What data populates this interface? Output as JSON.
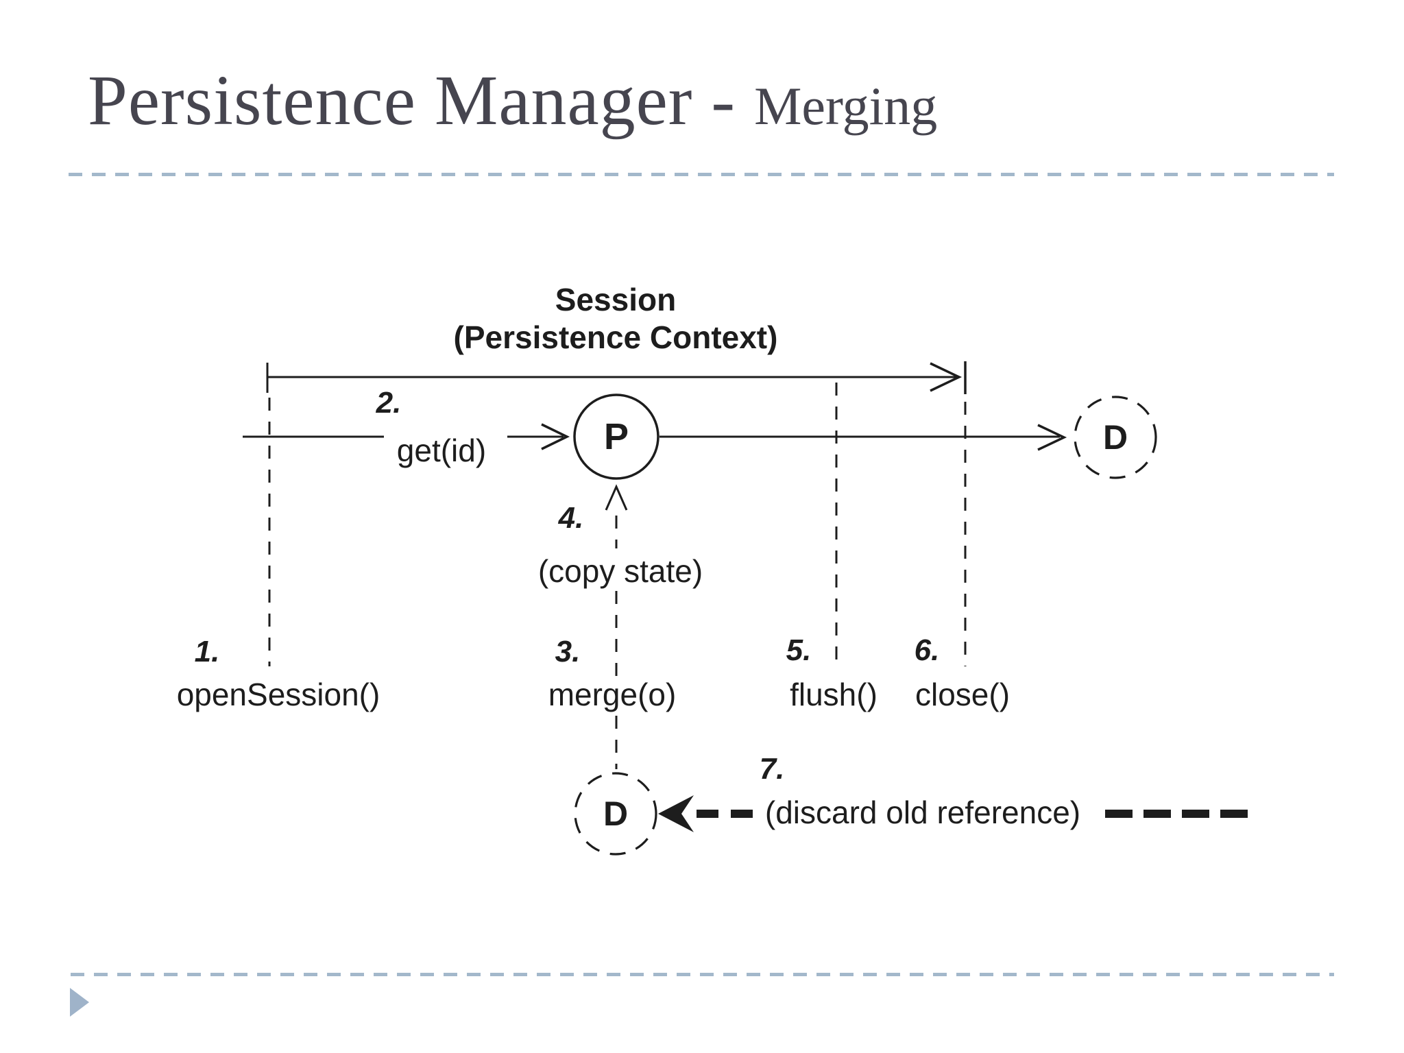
{
  "slide": {
    "title": {
      "main": "Persistence Manager - ",
      "emphasis": "Merging"
    }
  },
  "colors": {
    "background": "#ffffff",
    "title_text": "#46454f",
    "diagram_ink": "#1d1d1d",
    "divider_dash": "#a3b8cb",
    "footer_arrow": "#9fb3c9"
  },
  "diagram": {
    "session": {
      "line1": "Session",
      "line2": "(Persistence Context)"
    },
    "nodes": {
      "persistent": "P",
      "detached_right": "D",
      "detached_bottom": "D"
    },
    "steps": {
      "s1": {
        "num": "1.",
        "label": "openSession()"
      },
      "s2": {
        "num": "2.",
        "label": "get(id)"
      },
      "s3": {
        "num": "3.",
        "label": "merge(o)"
      },
      "s4": {
        "num": "4.",
        "label": "(copy state)"
      },
      "s5": {
        "num": "5.",
        "label": "flush()"
      },
      "s6": {
        "num": "6.",
        "label": "close()"
      },
      "s7": {
        "num": "7.",
        "label": "(discard old reference)"
      }
    }
  }
}
